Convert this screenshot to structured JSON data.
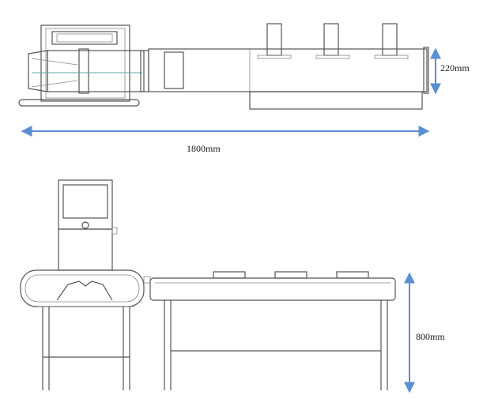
{
  "dimensions": {
    "length_label": "1800mm",
    "width_label": "220mm",
    "height_label": "800mm"
  },
  "colors": {
    "dimension_arrow": "#5b8fd0",
    "outline": "#555555"
  }
}
